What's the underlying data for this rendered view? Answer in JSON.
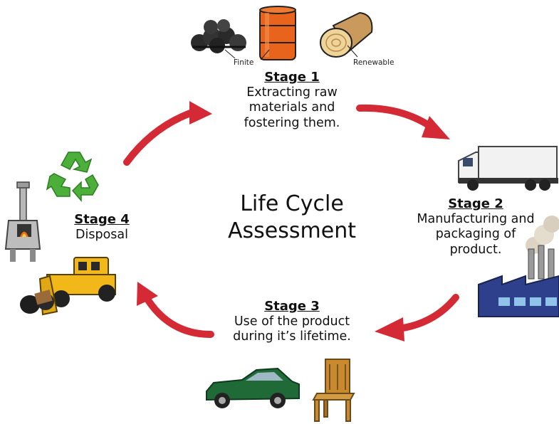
{
  "center_title": "Life Cycle\nAssessment",
  "stages": [
    {
      "title": "Stage 1",
      "description": "Extracting raw\nmaterials and\nfostering them."
    },
    {
      "title": "Stage 2",
      "description": "Manufacturing and\npackaging of\nproduct."
    },
    {
      "title": "Stage 3",
      "description": "Use of the product\nduring it’s lifetime."
    },
    {
      "title": "Stage 4",
      "description": "Disposal"
    }
  ],
  "resource_labels": {
    "finite": "Finite",
    "renewable": "Renewable"
  },
  "colors": {
    "arrow": "#d42a35",
    "barrel": "#e8641c",
    "truck_body": "#f2f2f2",
    "factory": "#2e3f8c",
    "car": "#1f6a36",
    "bulldozer": "#f2b81a",
    "recycle": "#4caf3a"
  },
  "icons": [
    "coal-icon",
    "oil-barrel-icon",
    "log-icon",
    "truck-icon",
    "factory-icon",
    "car-icon",
    "chair-icon",
    "recycle-icon",
    "incinerator-icon",
    "bulldozer-icon"
  ]
}
